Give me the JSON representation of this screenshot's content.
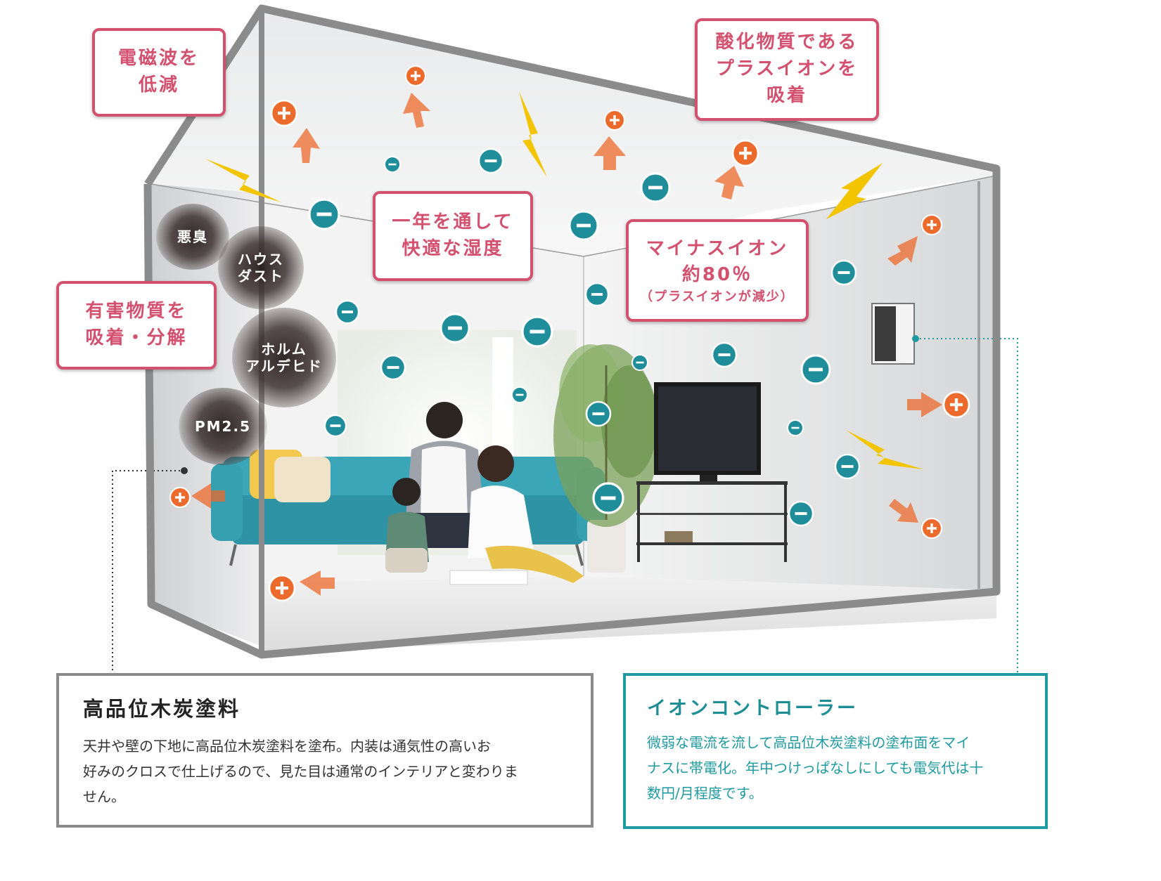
{
  "callouts": {
    "em_wave": [
      "電磁波を",
      "低減"
    ],
    "oxidizer": [
      "酸化物質である",
      "プラスイオンを",
      "吸着"
    ],
    "humidity": [
      "一年を通して",
      "快適な湿度"
    ],
    "minus_ion": [
      "マイナスイオン",
      "約80％"
    ],
    "minus_ion_note": "（プラスイオンが減少）",
    "harmful": [
      "有害物質を",
      "吸着・分解"
    ]
  },
  "pollutants": {
    "odor": [
      "悪臭"
    ],
    "house_dust": [
      "ハウス",
      "ダスト"
    ],
    "formaldehyde": [
      "ホルム",
      "アルデヒド"
    ],
    "pm25": [
      "PM2.5"
    ]
  },
  "charcoal_paint": {
    "title": "高品位木炭塗料",
    "lines": [
      "天井や壁の下地に高品位木炭塗料を塗布。内装は通気性の高いお",
      "好みのクロスで仕上げるので、見た目は通常のインテリアと変わりま",
      "せん。"
    ]
  },
  "ion_controller": {
    "title": "イオンコントローラー",
    "lines": [
      "微弱な電流を流して高品位木炭塗料の塗布面をマイ",
      "ナスに帯電化。年中つけっぱなしにしても電気代は十",
      "数円/月程度です。"
    ]
  },
  "colors": {
    "callout_accent": "#d3506f",
    "minus_ion": "#1f8e9a",
    "plus_ion": "#ec6a2c",
    "lightning": "#f2c500",
    "wall_frame": "#8b8b8b",
    "controller_accent": "#1e9aa0"
  },
  "icons": {
    "minus": "minus-ion-icon",
    "plus": "plus-ion-icon",
    "bolt": "lightning-icon",
    "arrow": "arrow-icon"
  }
}
